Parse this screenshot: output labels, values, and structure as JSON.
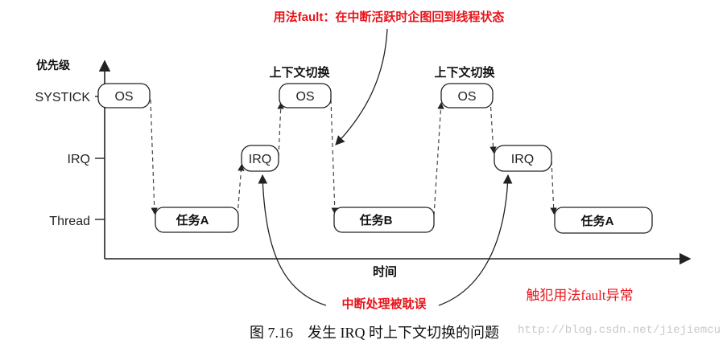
{
  "annotations": {
    "top_note": "用法fault：在中断活跃时企图回到线程状态",
    "bottom_note": "中断处理被耽误",
    "right_note": "触犯用法fault异常"
  },
  "axes": {
    "y_title": "优先级",
    "x_title": "时间",
    "levels": [
      "SYSTICK",
      "IRQ",
      "Thread"
    ]
  },
  "boxes": {
    "os1": "OS",
    "task_a1": "任务A",
    "irq1": "IRQ",
    "os2": "OS",
    "task_b": "任务B",
    "os3": "OS",
    "irq2": "IRQ",
    "task_a2": "任务A"
  },
  "labels": {
    "context_switch_1": "上下文切换",
    "context_switch_2": "上下文切换"
  },
  "caption": "图 7.16　发生 IRQ 时上下文切换的问题",
  "watermark": "http://blog.csdn.net/jiejiemcu",
  "colors": {
    "annotation_red": "#e8141b",
    "line": "#222222",
    "box_fill": "#ffffff",
    "dashed": "#444444"
  }
}
